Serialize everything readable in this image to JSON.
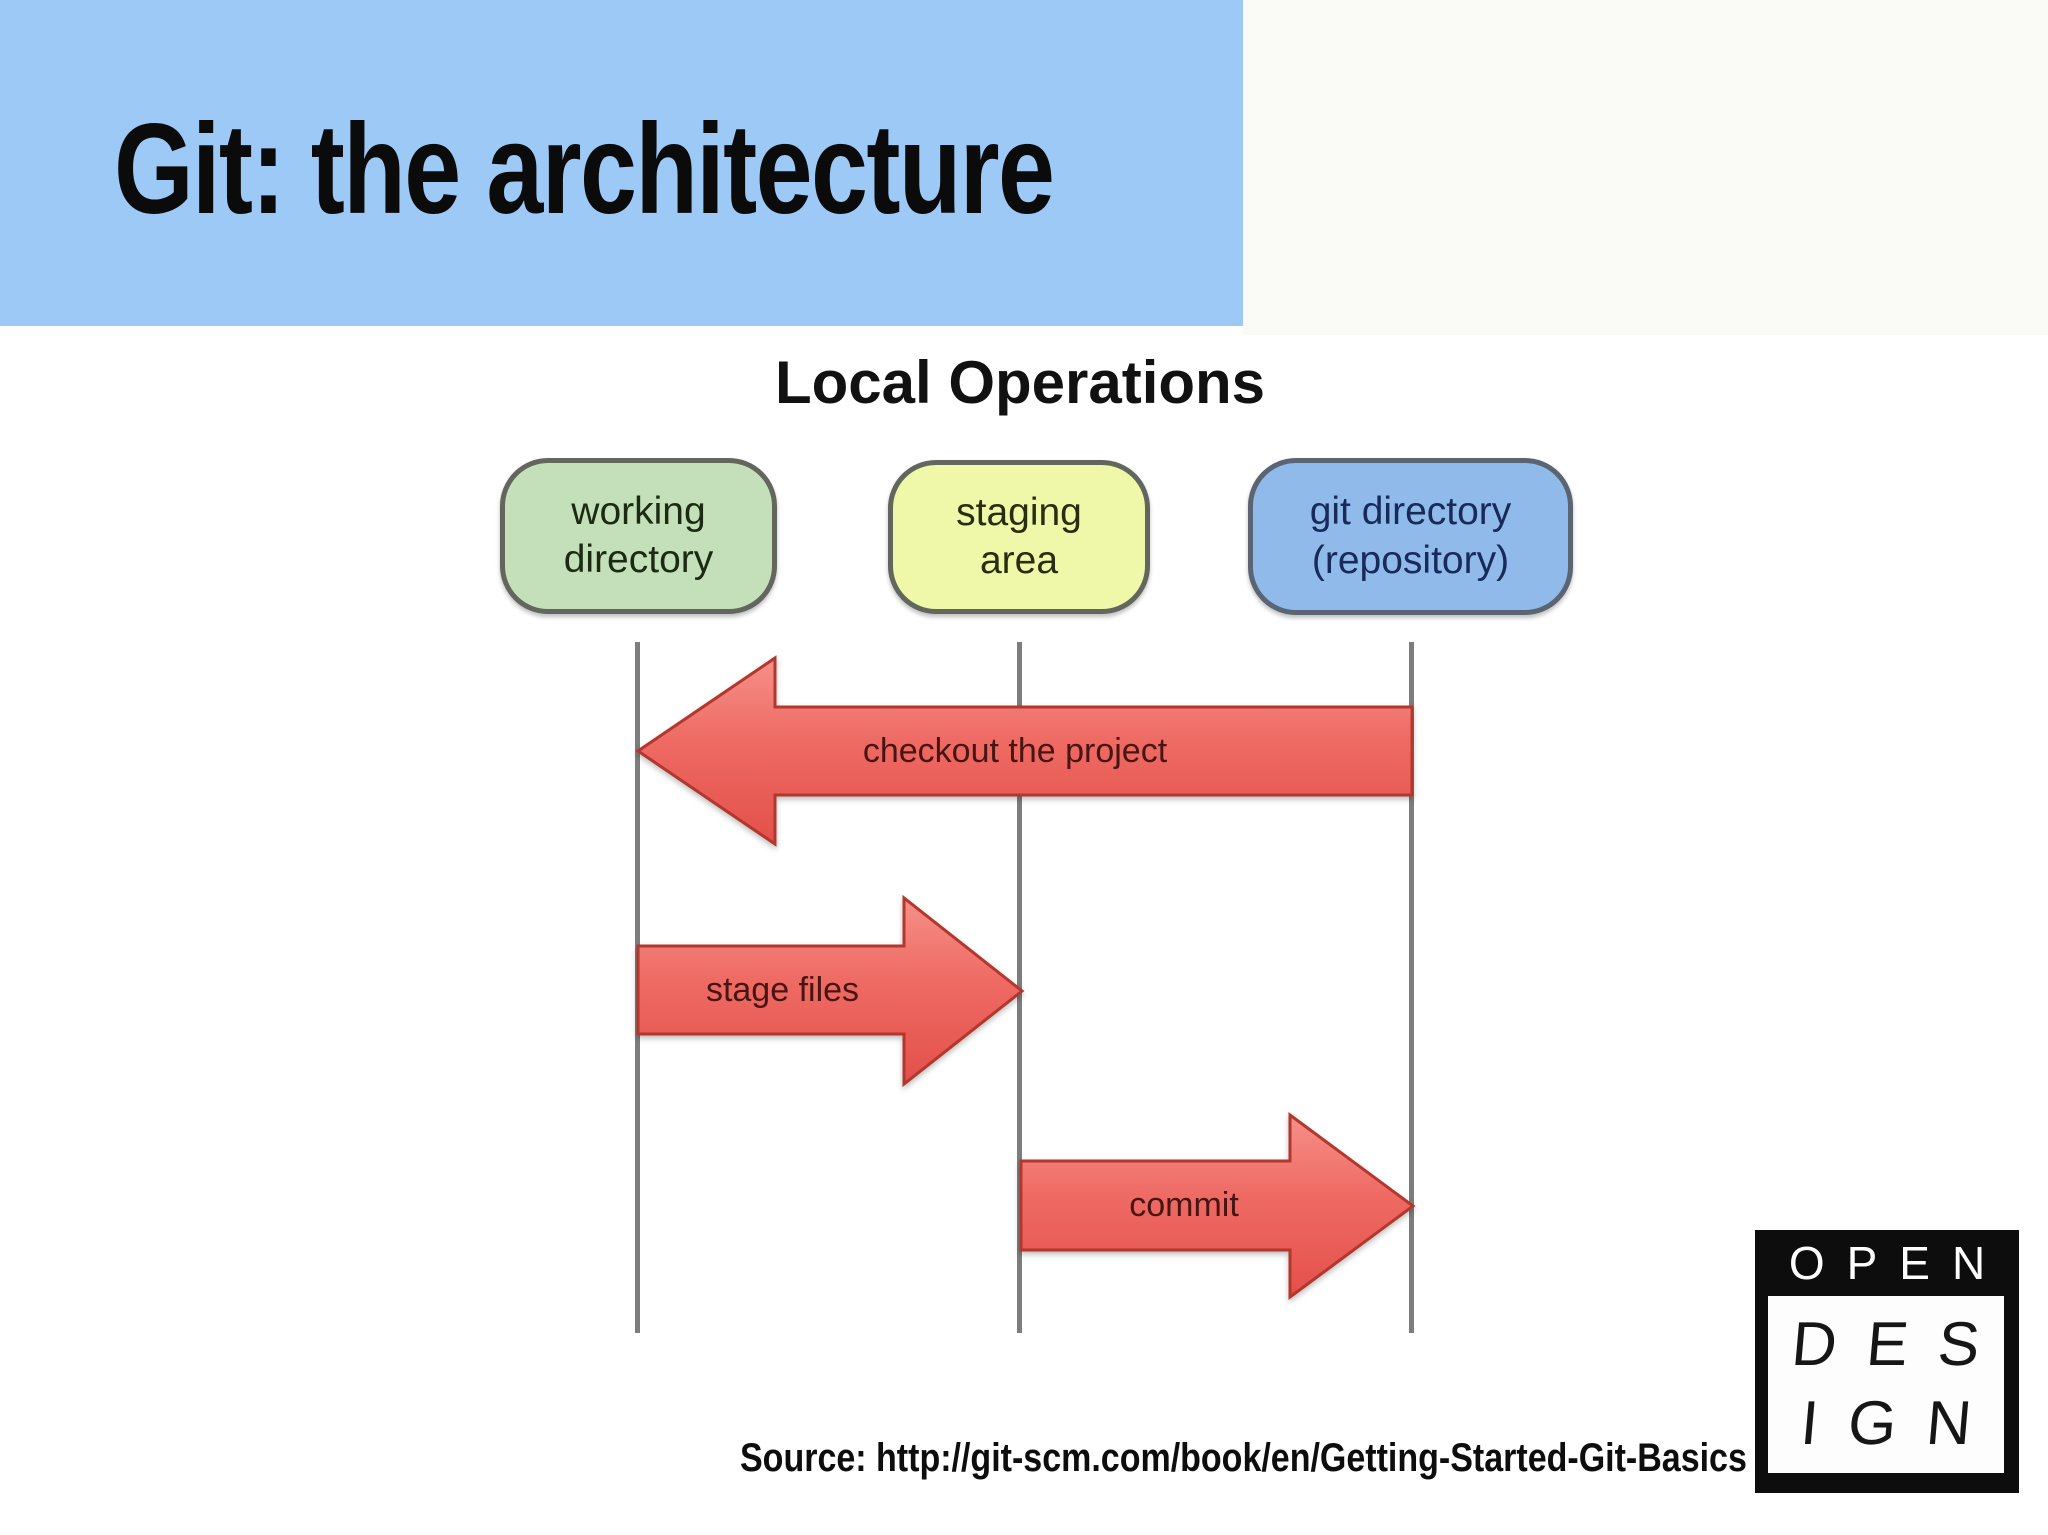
{
  "slide": {
    "title": "Git: the architecture",
    "source": "Source: http://git-scm.com/book/en/Getting-Started-Git-Basics",
    "banner_color": "#9dc9f7"
  },
  "diagram": {
    "title": "Local Operations",
    "nodes": [
      {
        "id": "working-directory",
        "label_line1": "working",
        "label_line2": "directory",
        "fill": "#c3e0ba",
        "text_color": "#1b2b12"
      },
      {
        "id": "staging-area",
        "label_line1": "staging",
        "label_line2": "area",
        "fill": "#eef8a8",
        "text_color": "#2a2d10"
      },
      {
        "id": "git-directory",
        "label_line1": "git directory",
        "label_line2": "(repository)",
        "fill": "#8fbae9",
        "text_color": "#182a5a"
      }
    ],
    "arrows": [
      {
        "id": "checkout",
        "label": "checkout the project",
        "direction": "left",
        "from": "git-directory",
        "to": "working-directory"
      },
      {
        "id": "stage",
        "label": "stage files",
        "direction": "right",
        "from": "working-directory",
        "to": "staging-area"
      },
      {
        "id": "commit",
        "label": "commit",
        "direction": "right",
        "from": "staging-area",
        "to": "git-directory"
      }
    ],
    "colors": {
      "arrow_fill_top": "#f69089",
      "arrow_fill_bottom": "#e4504b",
      "arrow_border": "#b2372c",
      "arrow_text": "#471513",
      "lifeline": "#7d7d7d"
    }
  },
  "logo": {
    "top": "OPEN",
    "mid": "DES",
    "bottom": "IGN"
  }
}
